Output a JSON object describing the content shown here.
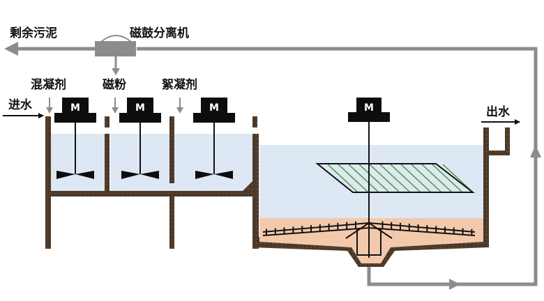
{
  "labels": {
    "excess_sludge": "剩余污泥",
    "magnetic_drum_separator": "磁鼓分离机",
    "coagulant": "混凝剂",
    "magnetic_powder": "磁粉",
    "flocculant": "絮凝剂",
    "influent": "进水",
    "effluent": "出水"
  },
  "motor_label": "M",
  "colors": {
    "wall": "#4a3526",
    "water": "#dde8f4",
    "sludge": "#f3c9ab",
    "pipe": "#8c8c8c",
    "motor": "#0d0d0d",
    "lamella": "#4a9a2a"
  },
  "stages": [
    {
      "name": "coagulation-tank",
      "motor": "M"
    },
    {
      "name": "magnetic-powder-loading-tank",
      "motor": "M"
    },
    {
      "name": "flocculation-tank",
      "motor": "M"
    },
    {
      "name": "clarifier-tank",
      "motor": "M"
    }
  ]
}
